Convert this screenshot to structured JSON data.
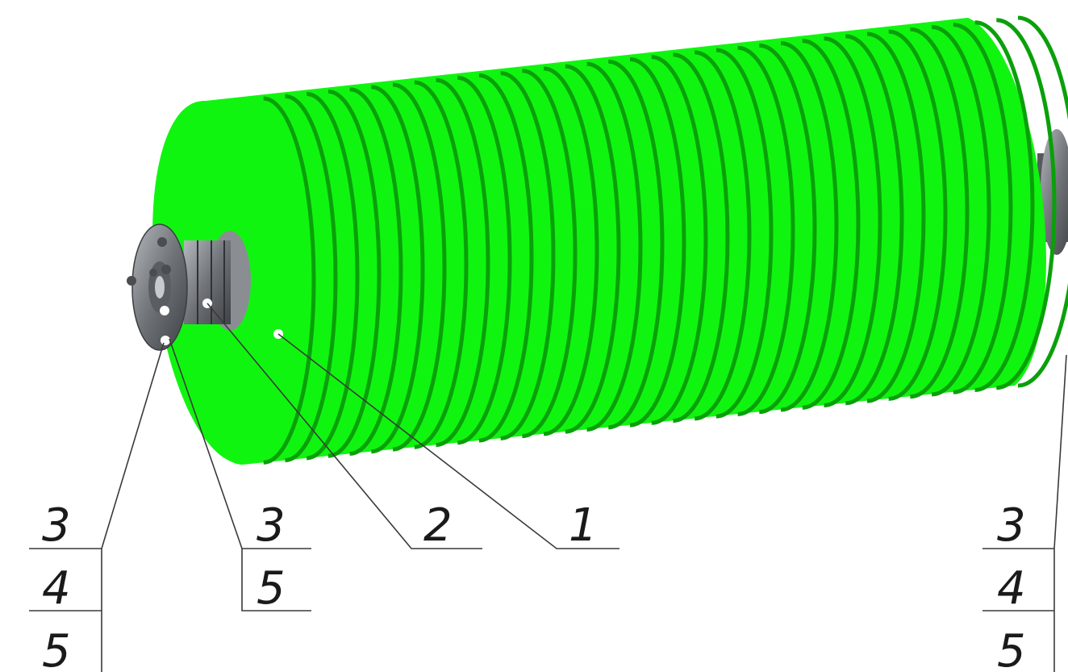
{
  "drawing": {
    "colors": {
      "drum_face": "#10f510",
      "drum_groove": "#0aa00a",
      "hub_metal": "#6f7378",
      "hub_metal_light": "#a9adb2",
      "leader_line": "#3a3a3a"
    },
    "callouts": {
      "left_stack": [
        "3",
        "4",
        "5"
      ],
      "hub_stack": [
        "3",
        "5"
      ],
      "shaft_label": "2",
      "drum_label": "1",
      "right_stack": [
        "3",
        "4",
        "5"
      ]
    }
  }
}
